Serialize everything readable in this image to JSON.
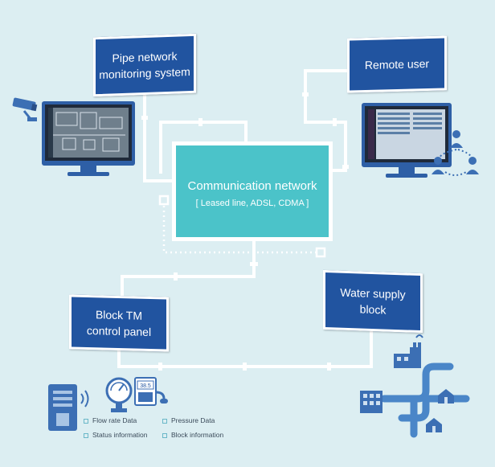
{
  "nodes": {
    "pipe_network": "Pipe network\nmonitoring  system",
    "remote_user": "Remote user",
    "communication": {
      "title": "Communication network",
      "subtitle": "[ Leased line, ADSL, CDMA ]"
    },
    "block_tm": "Block TM\ncontrol panel",
    "water_supply": "Water supply\nblock"
  },
  "legend": {
    "flow_rate": "Flow rate Data",
    "pressure": "Pressure  Data",
    "status": "Status information",
    "block": "Block information"
  },
  "meter_display": "38.5",
  "colors": {
    "background": "#dceef2",
    "box_blue": "#2154a0",
    "network_teal": "#4bc3c9",
    "line_white": "#ffffff",
    "icon_blue": "#3c6fb4"
  },
  "icons": [
    "cctv-camera-icon",
    "monitor-icon",
    "user-group-icon",
    "transmitter-icon",
    "pressure-gauge-icon",
    "flow-meter-icon",
    "factory-icon",
    "house-icon",
    "building-icon",
    "pipeline-icon"
  ]
}
